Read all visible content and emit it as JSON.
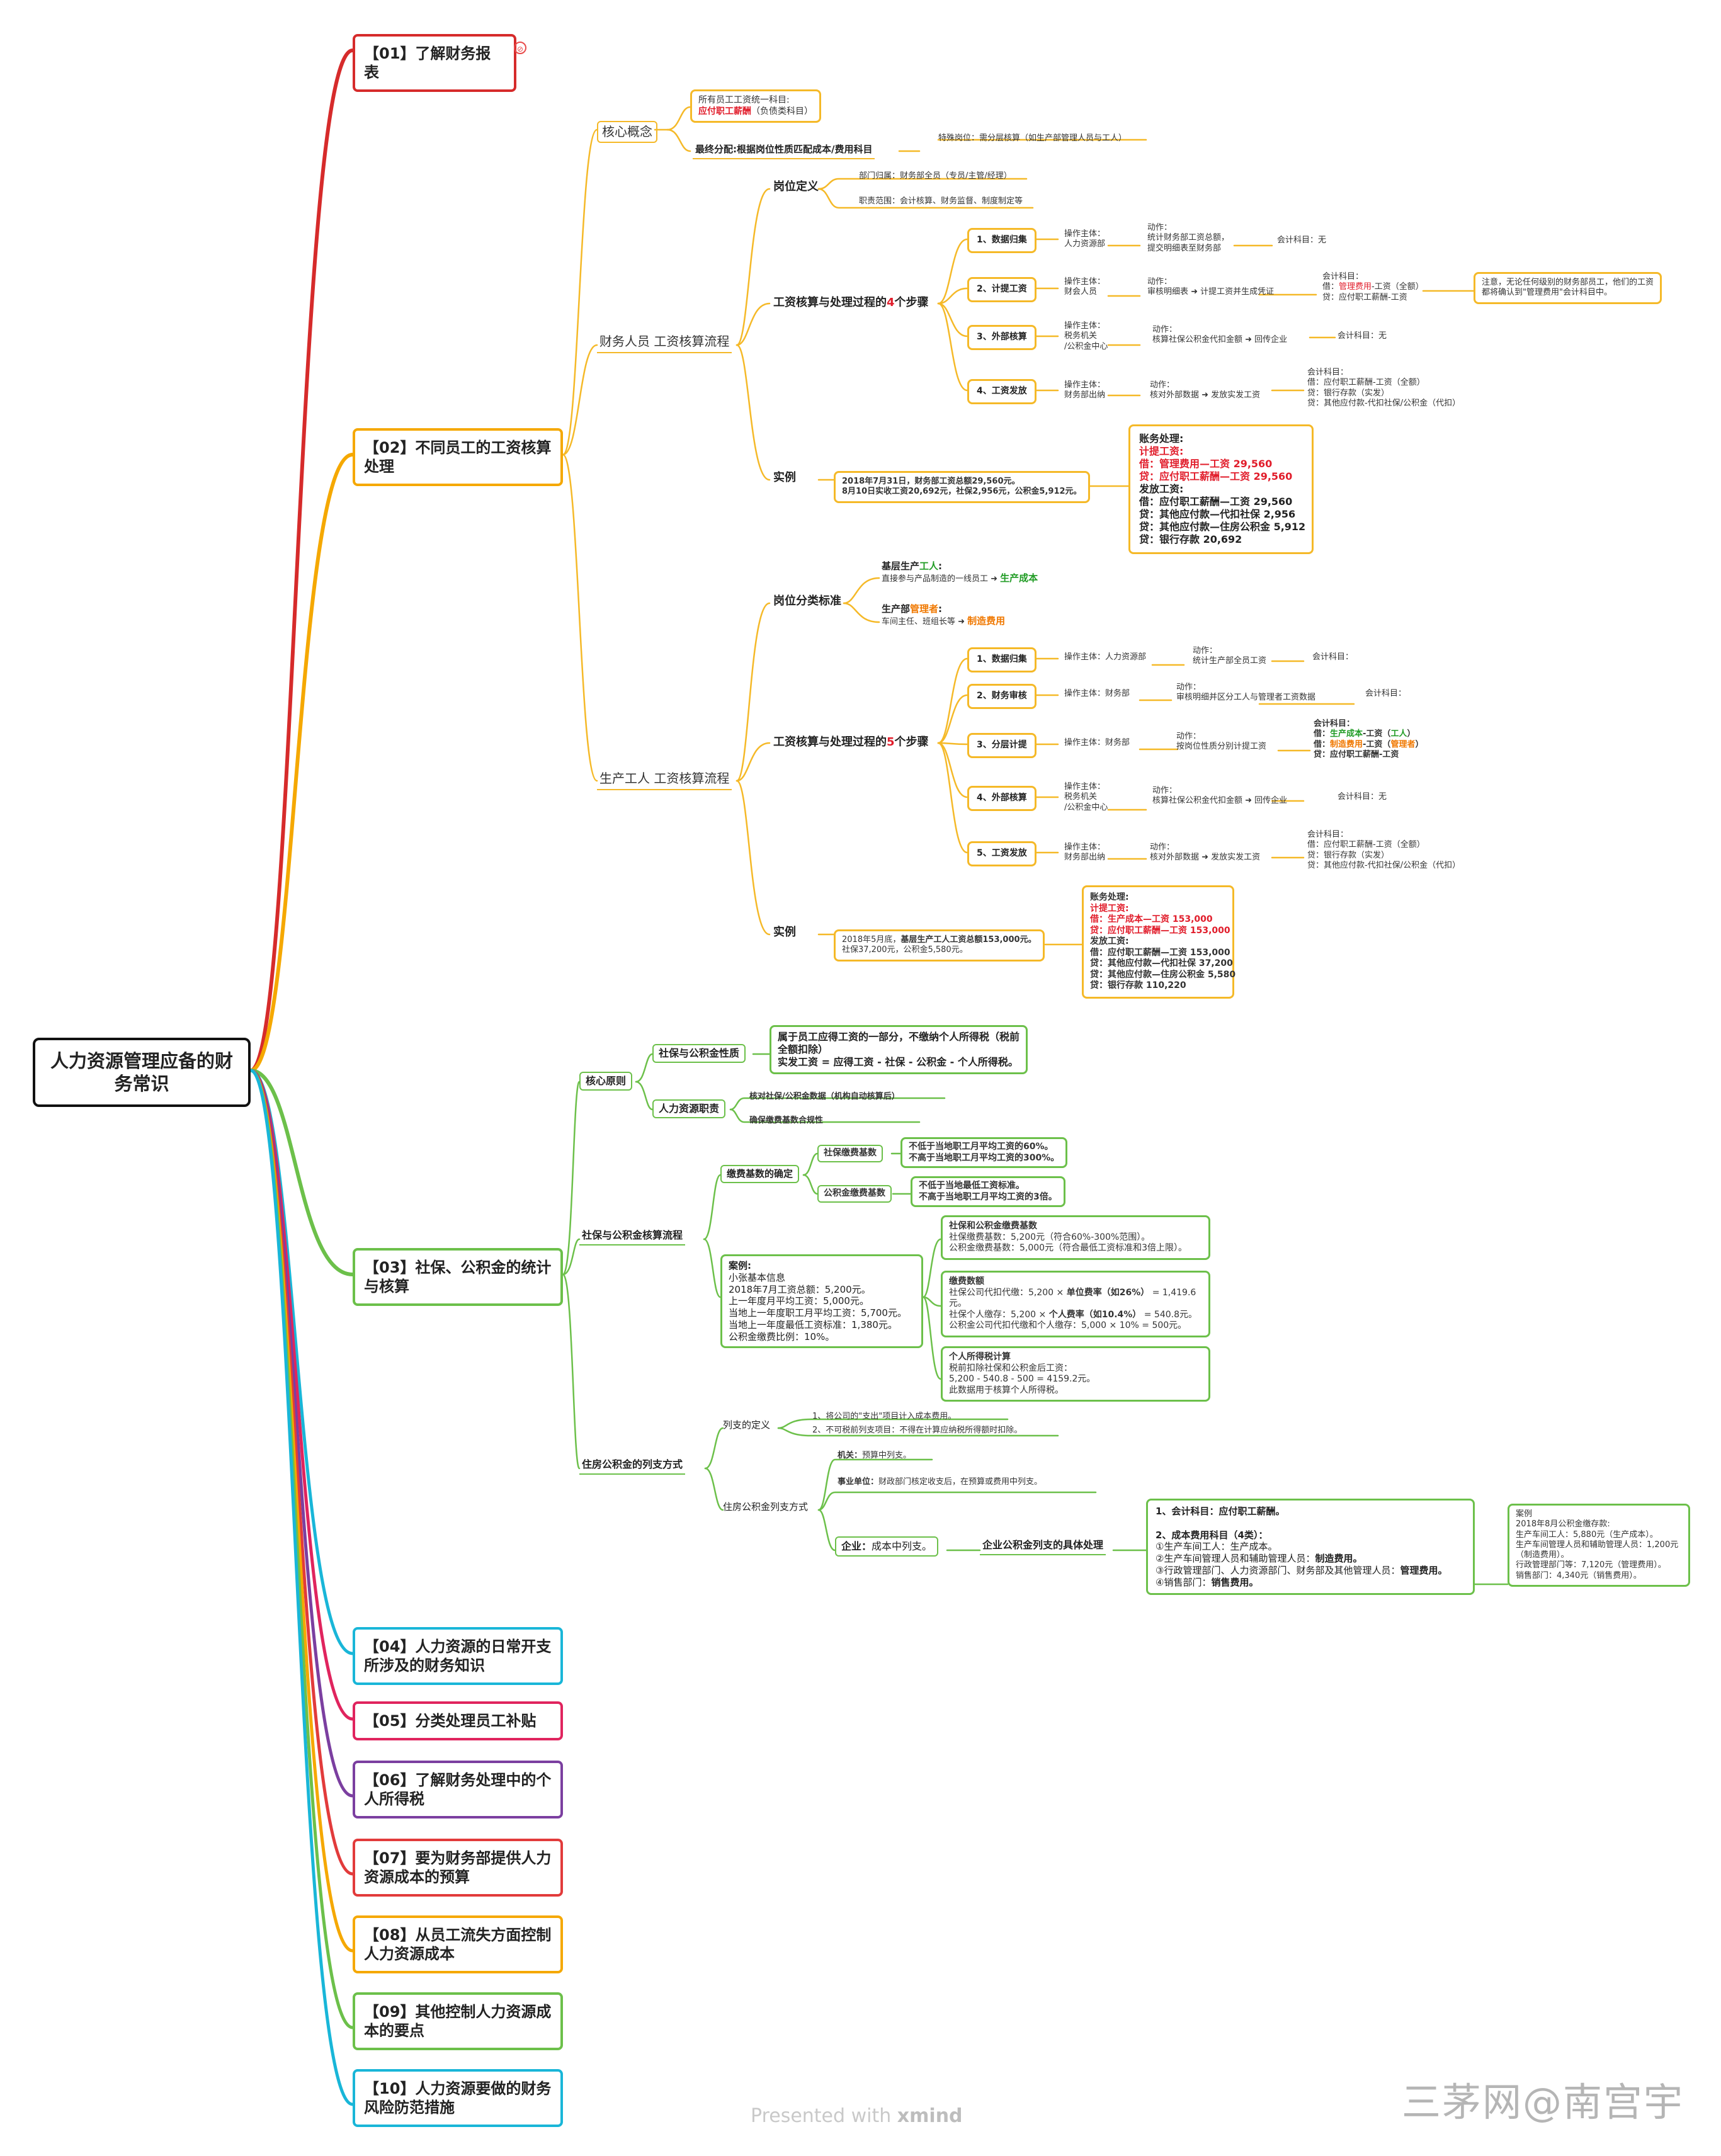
{
  "root": {
    "label": "人力资源管理应备的财务常识"
  },
  "branches": [
    {
      "label": "【01】了解财务报表",
      "color": "#d62b2b"
    },
    {
      "label": "【02】不同员工的工资核算处理",
      "color": "#f5a800"
    },
    {
      "label": "【03】社保、公积金的统计与核算",
      "color": "#6cc04a"
    },
    {
      "label": "【04】人力资源的日常开支所涉及的财务知识",
      "color": "#19b6d8"
    },
    {
      "label": "【05】分类处理员工补贴",
      "color": "#e0245e"
    },
    {
      "label": "【06】了解财务处理中的个人所得税",
      "color": "#7b3fa0"
    },
    {
      "label": "【07】要为财务部提供人力资源成本的预算",
      "color": "#e23b3b"
    },
    {
      "label": "【08】从员工流失方面控制人力资源成本",
      "color": "#f5a800"
    },
    {
      "label": "【09】其他控制人力资源成本的要点",
      "color": "#6cc04a"
    },
    {
      "label": "【10】人力资源要做的财务风险防范措施",
      "color": "#19b6d8"
    }
  ],
  "b02": {
    "core": {
      "label": "核心概念",
      "unify_l1": "所有员工工资统一科目:",
      "unify_l2a": "应付职工薪酬",
      "unify_l2b": "（负债类科目）",
      "final_a": "最终分配:",
      "final_b": "根据岗位性质匹配成本/费用科目",
      "special": "特殊岗位：需分层核算（如生产部管理人员与工人）"
    },
    "fin": {
      "label": "财务人员 工资核算流程",
      "pos": "岗位定义",
      "pos1": "部门归属：财务部全员（专员/主管/经理）",
      "pos2": "职责范围：会计核算、财务监督、制度制定等",
      "steps_a": "工资核算与处理过程的",
      "steps_n": "4",
      "steps_b": "个步骤",
      "s1": "1、数据归集",
      "s1op1": "操作主体：",
      "s1op2": "人力资源部",
      "s1act1": "动作：",
      "s1act2": "统计财务部工资总额，",
      "s1act3": "提交明细表至财务部",
      "s1acc": "会计科目：无",
      "s2": "2、计提工资",
      "s2op1": "操作主体：",
      "s2op2": "财会人员",
      "s2act1": "动作：",
      "s2act2": "审核明细表 ➜ 计提工资并生成凭证",
      "s2acc1": "会计科目：",
      "s2acc2a": "借：",
      "s2acc2b": "管理费用",
      "s2acc2c": "-工资（全额）",
      "s2acc3": "贷：应付职工薪酬-工资",
      "s2note1": "注意，无论任何级别的财务部员工，他们的工资",
      "s2note2": "都将确认到\"管理费用\"会计科目中。",
      "s3": "3、外部核算",
      "s3op1": "操作主体：",
      "s3op2": "税务机关",
      "s3op3": "/公积金中心",
      "s3act1": "动作：",
      "s3act2": "核算社保公积金代扣金额 ➜ 回传企业",
      "s3acc": "会计科目：无",
      "s4": "4、工资发放",
      "s4op1": "操作主体：",
      "s4op2": "财务部出纳",
      "s4act1": "动作：",
      "s4act2": "核对外部数据 ➜ 发放实发工资",
      "s4acc1": "会计科目：",
      "s4acc2": "借：应付职工薪酬-工资（全额）",
      "s4acc3": "贷：银行存款（实发）",
      "s4acc4": "贷：其他应付款-代扣社保/公积金（代扣）",
      "ex": "实例",
      "ex1": "2018年7月31日，财务部工资总额29,560元。",
      "ex2": "8月10日实收工资20,692元，社保2,956元，公积金5,912元。",
      "acct": [
        "账务处理:",
        "计提工资:",
        "借：管理费用—工资 29,560",
        "贷：应付职工薪酬—工资 29,560",
        "发放工资:",
        "借：应付职工薪酬—工资 29,560",
        "贷：其他应付款—代扣社保 2,956",
        "贷：其他应付款—住房公积金 5,912",
        "贷：银行存款 20,692"
      ]
    },
    "prod": {
      "label": "生产工人 工资核算流程",
      "cls": "岗位分类标准",
      "w1a": "基层生产",
      "w1b": "工人",
      "w1c": ":",
      "w1d": "直接参与产品制造的一线员工 ➜",
      "w1e": "生产成本",
      "w2a": "生产部",
      "w2b": "管理者",
      "w2c": ":",
      "w2d": "车间主任、班组长等 ➜",
      "w2e": "制造费用",
      "steps_a": "工资核算与处理过程的",
      "steps_n": "5",
      "steps_b": "个步骤",
      "s1": "1、数据归集",
      "s1op": "操作主体：人力资源部",
      "s1act1": "动作：",
      "s1act2": "统计生产部全员工资",
      "s1acc": "会计科目：",
      "s2": "2、财务审核",
      "s2op": "操作主体：财务部",
      "s2act1": "动作：",
      "s2act2": "审核明细并区分工人与管理者工资数据",
      "s2acc": "会计科目：",
      "s3": "3、分层计提",
      "s3op": "操作主体：财务部",
      "s3act1": "动作：",
      "s3act2": "按岗位性质分别计提工资",
      "s3acc1": "会计科目：",
      "s3acc2a": "借：",
      "s3acc2b": "生产成本",
      "s3acc2c": "-工资（",
      "s3acc2d": "工人",
      "s3acc2e": "）",
      "s3acc3a": "借：",
      "s3acc3b": "制造费用",
      "s3acc3c": "-工资（",
      "s3acc3d": "管理者",
      "s3acc3e": "）",
      "s3acc4": "贷：应付职工薪酬-工资",
      "s4": "4、外部核算",
      "s4op1": "操作主体：",
      "s4op2": "税务机关",
      "s4op3": "/公积金中心",
      "s4act1": "动作：",
      "s4act2": "核算社保公积金代扣金额 ➜ 回传企业",
      "s4acc": "会计科目：无",
      "s5": "5、工资发放",
      "s5op1": "操作主体：",
      "s5op2": "财务部出纳",
      "s5act1": "动作：",
      "s5act2": "核对外部数据 ➜ 发放实发工资",
      "s5acc1": "会计科目：",
      "s5acc2": "借：应付职工薪酬-工资（全额）",
      "s5acc3": "贷：银行存款（实发）",
      "s5acc4": "贷：其他应付款-代扣社保/公积金（代扣）",
      "ex": "实例",
      "ex1a": "2018年5月底，",
      "ex1b": "基层生产工人工资总额153,000元。",
      "ex2": "社保37,200元，公积金5,580元。",
      "acct": [
        "账务处理:",
        "计提工资:",
        "借：生产成本—工资 153,000",
        "贷：应付职工薪酬—工资 153,000",
        "发放工资:",
        "借：应付职工薪酬—工资 153,000",
        "贷：其他应付款—代扣社保 37,200",
        "贷：其他应付款—住房公积金 5,580",
        "贷：银行存款 110,220"
      ]
    }
  },
  "b03": {
    "core": "核心原则",
    "nature": "社保与公积金性质",
    "nature1": "属于员工应得工资的一部分，不缴纳个人所得税（税前",
    "nature2": "全额扣除）",
    "nature3": "实发工资 = 应得工资 - 社保 - 公积金 - 个人所得税。",
    "hr": "人力资源职责",
    "hr1": "核对社保/公积金数据（机构自动核算后）",
    "hr2": "确保缴费基数合规性",
    "calc": "社保与公积金核算流程",
    "base": "缴费基数的确定",
    "ssbase": "社保缴费基数",
    "ss1": "不低于当地职工月平均工资的60%。",
    "ss2": "不高于当地职工月平均工资的300%。",
    "hfbase": "公积金缴费基数",
    "hf1": "不低于当地最低工资标准。",
    "hf2": "不高于当地职工月平均工资的3倍。",
    "case": [
      "案例:",
      "小张基本信息",
      "2018年7月工资总额：5,200元。",
      "上一年度月平均工资：5,000元。",
      "当地上一年度职工月平均工资：5,700元。",
      "当地上一年度最低工资标准：1,380元。",
      "公积金缴费比例：10%。"
    ],
    "c1": [
      "社保和公积金缴费基数",
      "社保缴费基数：5,200元（符合60%-300%范围）。",
      "公积金缴费基数：5,000元（符合最低工资标准和3倍上限）。"
    ],
    "c2t": "缴费数额",
    "c2l1a": "社保公司代扣代缴：5,200 ×",
    "c2l1b": "单位费率（如26%）",
    "c2l1c": "= 1,419.6",
    "c2l2": "元。",
    "c2l3a": "社保个人缴存：5,200 ×",
    "c2l3b": "个人费率（如10.4%）",
    "c2l3c": "= 540.8元。",
    "c2l4": "公积金公司代扣代缴和个人缴存：5,000 × 10% = 500元。",
    "c3": [
      "个人所得税计算",
      "税前扣除社保和公积金后工资：",
      "5,200 - 540.8 - 500 = 4159.2元。",
      "此数据用于核算个人所得税。"
    ],
    "hf": "住房公积金的列支方式",
    "def": "列支的定义",
    "def1": "1、将公司的\"支出\"项目计入成本费用。",
    "def2": "2、不可税前列支项目：不得在计算应纳税所得额时扣除。",
    "way": "住房公积金列支方式",
    "w1a": "机关：",
    "w1b": "预算中列支。",
    "w2a": "事业单位：",
    "w2b": "财政部门核定收支后，在预算或费用中列支。",
    "w3a": "企业：",
    "w3b": "成本中列支。",
    "ent": "企业公积金列支的具体处理",
    "ent1": "1、会计科目：应付职工薪酬。",
    "ent2": "2、成本费用科目（4类）：",
    "ent3": "①生产车间工人：生产成本。",
    "ent4a": "②生产车间管理人员和辅助管理人员：",
    "ent4b": "制造费用。",
    "ent5a": "③行政管理部门、人力资源部门、财务部及其他管理人员：",
    "ent5b": "管理费用。",
    "ent6a": "④销售部门：",
    "ent6b": "销售费用。",
    "ex": [
      "案例",
      "2018年8月公积金缴存款:",
      "生产车间工人：5,880元（生产成本）。",
      "生产车间管理人员和辅助管理人员：1,200元",
      "（制造费用）。",
      "行政管理部门等：7,120元（管理费用）。",
      "销售部门：4,340元（销售费用）。"
    ]
  },
  "footer": {
    "presented": "Presented with",
    "brand": "xmind"
  },
  "watermark": "三茅网@南宫宇"
}
